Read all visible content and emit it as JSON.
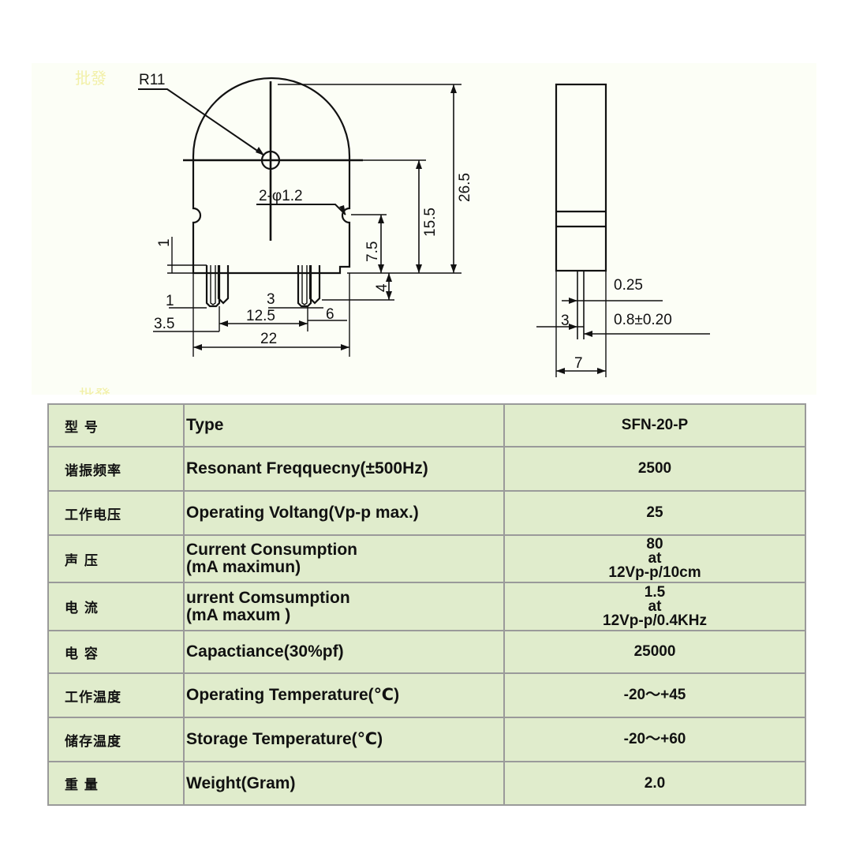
{
  "drawing": {
    "watermarks": [
      "批發",
      "批發"
    ],
    "front_view": {
      "radius_label": "R11",
      "hole_label": "2-φ1.2",
      "dims": {
        "height_total": "26.5",
        "height_hole": "15.5",
        "height_notch": "7.5",
        "pin_length": "4",
        "step": "1",
        "pin_gap_left": "1",
        "pin_spacing_small": "3",
        "pin_offset": "6",
        "left_offset": "3.5",
        "pin_pitch": "12.5",
        "width_total": "22"
      }
    },
    "side_view": {
      "dims": {
        "pin_thickness": "0.25",
        "pin_pitch": "3",
        "pin_width": "0.8±0.20",
        "thickness": "7"
      }
    }
  },
  "spec_table": {
    "rows": [
      {
        "cn": "型  号",
        "en": "Type",
        "en2": "",
        "value": "SFN-20-P",
        "value2": "",
        "value3": ""
      },
      {
        "cn": "谐振频率",
        "en": "Resonant Freqquecny(±500Hz)",
        "en2": "",
        "value": "2500",
        "value2": "",
        "value3": ""
      },
      {
        "cn": "工作电压",
        "en": "Operating Voltang(Vp-p max.)",
        "en2": "",
        "value": "25",
        "value2": "",
        "value3": ""
      },
      {
        "cn": "声  压",
        "en": "Current Consumption",
        "en2": "(mA  maximun)",
        "value": "80",
        "value2": "at",
        "value3": "12Vp-p/10cm"
      },
      {
        "cn": "电  流",
        "en": "urrent Comsumption",
        "en2": "(mA maxum )",
        "value": "1.5",
        "value2": "at",
        "value3": "12Vp-p/0.4KHz"
      },
      {
        "cn": "电  容",
        "en": "Capactiance(30%pf)",
        "en2": "",
        "value": "25000",
        "value2": "",
        "value3": ""
      },
      {
        "cn": "工作温度",
        "en": "Operating Temperature(℃)",
        "en2": "",
        "value": "-20～+45",
        "value2": "",
        "value3": ""
      },
      {
        "cn": "储存温度",
        "en": "Storage Temperature(℃)",
        "en2": "",
        "value": "-20～+60",
        "value2": "",
        "value3": ""
      },
      {
        "cn": "重  量",
        "en": "Weight(Gram)",
        "en2": "",
        "value": "2.0",
        "value2": "",
        "value3": ""
      }
    ]
  }
}
